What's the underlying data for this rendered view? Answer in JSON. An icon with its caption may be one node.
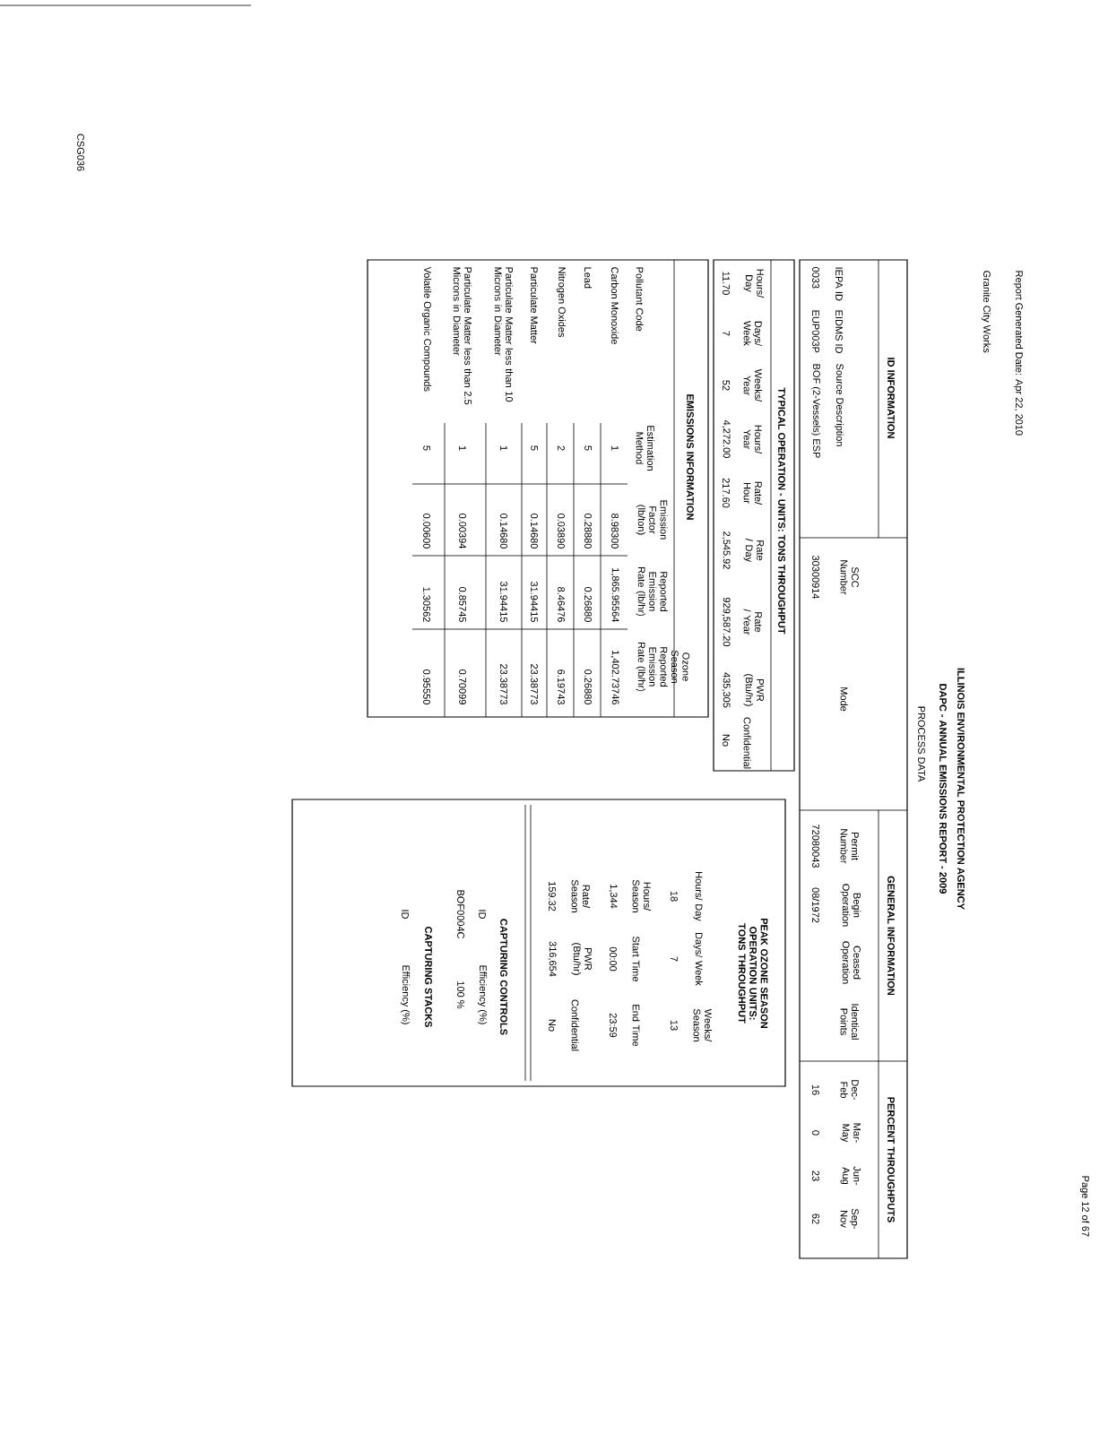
{
  "diagram": {
    "title": "ILLINOIS ENVIRONMENTAL PROTECTION AGENCY",
    "labels": [
      "Report Generated Date: Apr 22, 2010",
      "Granite City Works",
      "DAPC - ANNUAL EMISSIONS REPORT - 2009",
      "PROCESS DATA",
      "Page 12 of 67",
      "ID INFORMATION",
      "GENERAL INFORMATION",
      "PERCENT THROUGHPUTS",
      "IEPA ID",
      "EIDMS ID",
      "Source Description",
      "SCC Number",
      "Mode",
      "Permit Number",
      "Begin Operation",
      "Ceased Operation",
      "Identical Points",
      "Dec- Feb",
      "Mar- May",
      "Jun- Aug",
      "Sep- Nov",
      "0033",
      "EUP003P",
      "BOF (2-Vessels) ESP",
      "30300914",
      "72080043",
      "08/1972",
      "16",
      "0",
      "23",
      "62",
      "TYPICAL OPERATION - UNITS: TONS THROUGHPUT",
      "Hours/ Day",
      "Days/ Week",
      "Weeks/ Year",
      "Hours/ Year",
      "Rate/ Hour",
      "Rate / Day",
      "Rate / Year",
      "PWR (Btu/hr)",
      "Confidential",
      "11.70",
      "7",
      "52",
      "4,272.00",
      "217.60",
      "2,545.92",
      "929,587.20",
      "435,305",
      "No",
      "EMISSIONS INFORMATION",
      "Pollutant Code",
      "Estimation Method",
      "Emission Factor (lb/ton)",
      "Reported Emission Rate (lb/hr)",
      "Ozone Season Reported Emission Rate (lb/hr)",
      "Carbon Monoxide",
      "1",
      "8.98300",
      "1,865.95564",
      "1,402.73746",
      "Lead",
      "5",
      "0.28880",
      "0.26880",
      "0.26880",
      "Nitrogen Oxides",
      "2",
      "0.03890",
      "8.46476",
      "6.19743",
      "Particulate Matter",
      "5",
      "0.14680",
      "31.94415",
      "23.38773",
      "Particulate Matter less than 10 Microns in Diameter",
      "1",
      "0.14680",
      "31.94415",
      "23.38773",
      "Particulate Matter less than 2.5 Microns in Diameter",
      "1",
      "0.00394",
      "0.85745",
      "0.70099",
      "Volatile Organic Compounds",
      "5",
      "0.00600",
      "1.30562",
      "0.95550",
      "PEAK OZONE SEASON OPERATION UNITS: TONS THROUGHPUT",
      "Hours/ Day",
      "Days/ Week",
      "Weeks/ Season",
      "18",
      "7",
      "13",
      "Hours/ Season",
      "Start Time",
      "End Time",
      "1,344",
      "00:00",
      "23:59",
      "Rate/ Season",
      "PWR (Btu/hr)",
      "Confidential",
      "159.32",
      "316,654",
      "No",
      "CAPTURING CONTROLS",
      "ID",
      "Efficiency (%)",
      "BOF0004C",
      "100 %",
      "CAPTURING STACKS",
      "ID",
      "Efficiency (%)",
      "CSG036"
    ]
  }
}
